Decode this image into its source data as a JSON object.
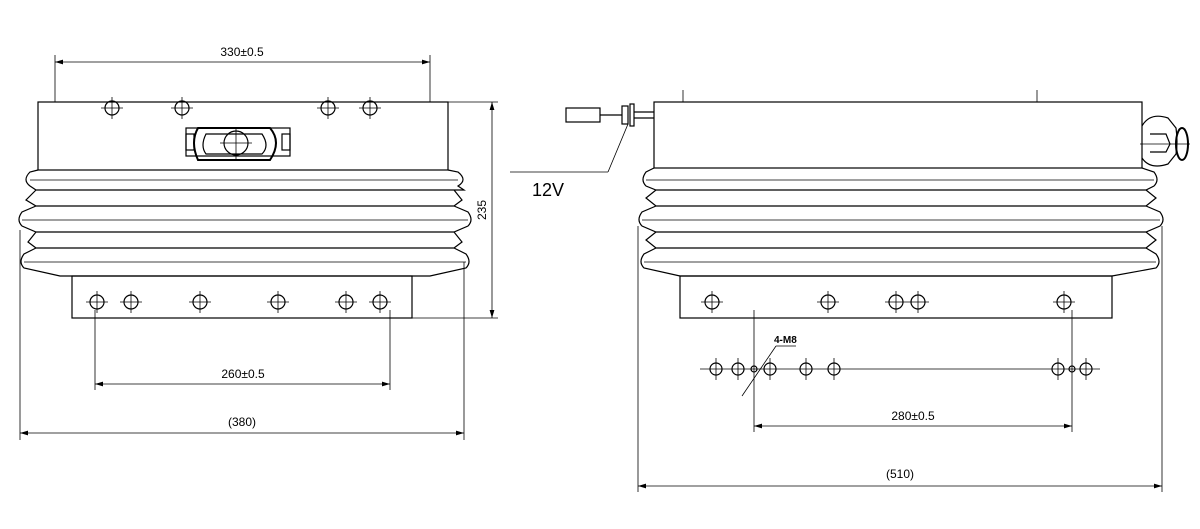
{
  "front_view": {
    "dim_top": "330±0.5",
    "dim_bottom_holes": "260±0.5",
    "dim_width": "(380)",
    "dim_height": "235"
  },
  "side_view": {
    "voltage_label": "12V",
    "thread_label": "4-M8",
    "dim_holes": "280±0.5",
    "dim_width": "(510)"
  }
}
